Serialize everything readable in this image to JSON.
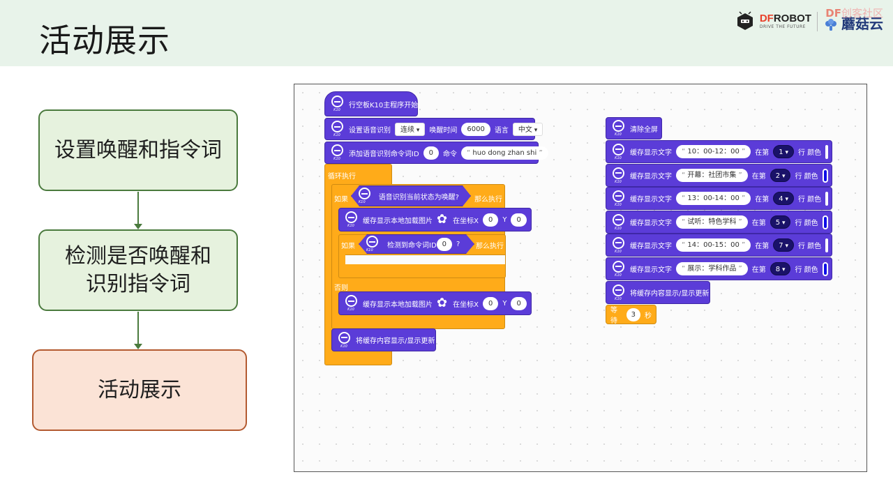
{
  "header": {
    "title": "活动展示"
  },
  "logos": {
    "dfrobot_brand_red": "DF",
    "dfrobot_brand_dark": "ROBOT",
    "dfrobot_tagline": "DRIVE THE FUTURE",
    "mgy": "蘑菇云",
    "watermark_prefix": "DF",
    "watermark": "创客社区"
  },
  "flowchart": {
    "steps": [
      "设置唤醒和指令词",
      "检测是否唤醒和识别指令词",
      "活动展示"
    ]
  },
  "code": {
    "k10_sub": "K10",
    "left": {
      "start": "行空板K10主程序开始",
      "voice_setup": {
        "label": "设置语音识别",
        "mode": "连续",
        "wake_label": "唤醒时间",
        "wake_time": "6000",
        "lang_label": "语言",
        "lang": "中文"
      },
      "add_cmd": {
        "label": "添加语音识别命令词ID",
        "id": "0",
        "cmd_label": "命令",
        "cmd": "huo dong zhan shi"
      },
      "loop": "循环执行",
      "if1": {
        "if_label": "如果",
        "cond": "语音识别当前状态为唤醒?",
        "then_label": "那么执行"
      },
      "img1": {
        "label": "缓存显示本地加载图片",
        "pos_label": "在坐标X",
        "x": "0",
        "y_label": "Y",
        "y": "0"
      },
      "if2": {
        "if_label": "如果",
        "cond": "检测到命令词ID",
        "id": "0",
        "q": "?",
        "then_label": "那么执行"
      },
      "else_label": "否则",
      "img2": {
        "label": "缓存显示本地加载图片",
        "pos_label": "在坐标X",
        "x": "0",
        "y_label": "Y",
        "y": "0"
      },
      "refresh": "将缓存内容显示/显示更新"
    },
    "right": {
      "clear": "清除全屏",
      "text_label": "缓存显示文字",
      "line_label": "在第",
      "row_color_label": "行 颜色",
      "rows": [
        {
          "text": "10：00-12：00",
          "line": "1"
        },
        {
          "text": "开幕：社团市集",
          "line": "2"
        },
        {
          "text": "13：00-14：00",
          "line": "4"
        },
        {
          "text": "试听：特色学科",
          "line": "5"
        },
        {
          "text": "14：00-15：00",
          "line": "7"
        },
        {
          "text": "展示：学科作品",
          "line": "8"
        }
      ],
      "refresh": "将缓存内容显示/显示更新",
      "wait": {
        "label": "等待",
        "value": "3",
        "unit": "秒"
      }
    }
  },
  "colors": {
    "block_purple": "#5b3cd8",
    "control_orange": "#ffab19",
    "text_color_swatch": "#0d0de8"
  }
}
